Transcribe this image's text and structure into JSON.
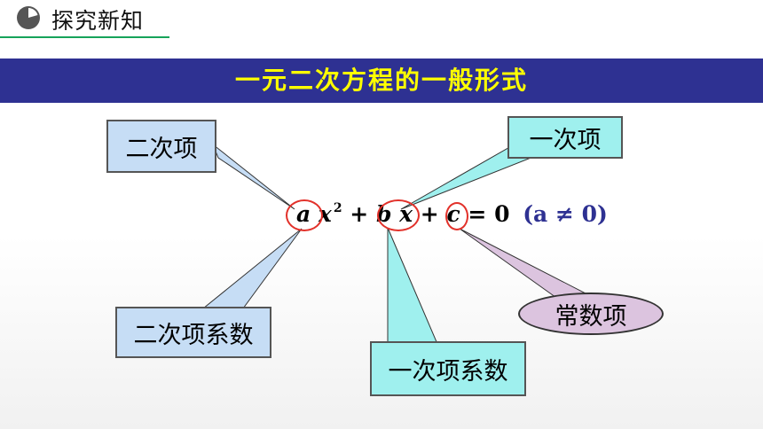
{
  "header": {
    "title": "探究新知"
  },
  "banner": {
    "title": "一元二次方程的一般形式"
  },
  "equation": {
    "a": "a",
    "x1": "x",
    "sup": "2",
    "plus1": "+",
    "b": "b",
    "x2": "x",
    "plus2": "+",
    "c": "c",
    "equals": "= 0",
    "condition": "(a ≠ 0)"
  },
  "labels": {
    "quadratic_term": "二次项",
    "linear_term": "一次项",
    "quadratic_coefficient": "二次项系数",
    "linear_coefficient": "一次项系数",
    "constant_term": "常数项"
  },
  "colors": {
    "banner_bg": "#2e3192",
    "banner_text": "#ffff00",
    "highlight_ring": "#e2312a",
    "header_line": "#16a35a"
  }
}
